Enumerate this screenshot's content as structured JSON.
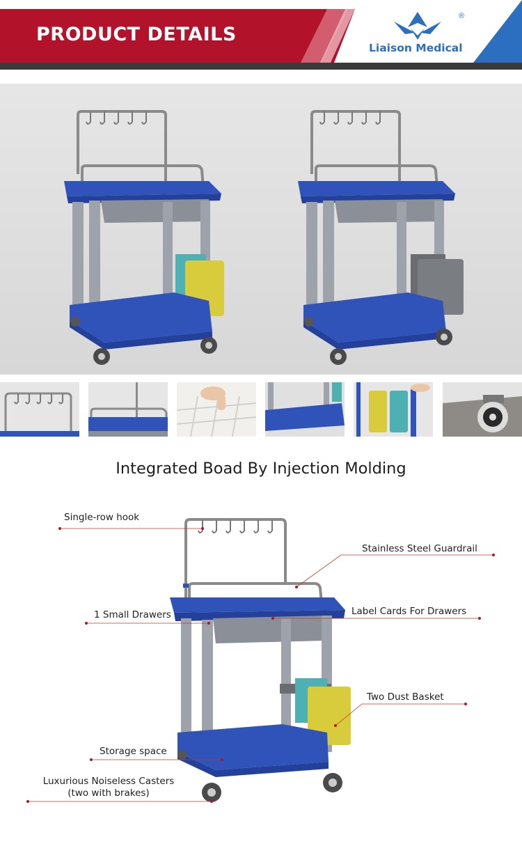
{
  "header": {
    "title": "PRODUCT DETAILS",
    "brand_name": "Liaison Medical",
    "registered_mark": "®",
    "colors": {
      "banner_red": "#b3122b",
      "brand_blue": "#2c6fc0",
      "dark_bar": "#3a3a3a"
    }
  },
  "hero": {
    "icon": "medical-trolley-pair-image"
  },
  "thumbnails": [
    {
      "icon": "hook-rail-thumbnail"
    },
    {
      "icon": "guardrail-thumbnail"
    },
    {
      "icon": "drawer-dividers-thumbnail"
    },
    {
      "icon": "bottom-shelf-thumbnail"
    },
    {
      "icon": "dust-baskets-thumbnail"
    },
    {
      "icon": "caster-wheel-thumbnail"
    }
  ],
  "section": {
    "heading": "Integrated Boad By Injection Molding"
  },
  "callouts": {
    "hook": "Single-row hook",
    "guardrail": "Stainless Steel Guardrail",
    "drawers": "1 Small Drawers",
    "label_cards": "Label Cards For Drawers",
    "dust_basket": "Two Dust Basket",
    "storage": "Storage space",
    "casters_line1": "Luxurious Noiseless Casters",
    "casters_line2": "(two with brakes)"
  }
}
